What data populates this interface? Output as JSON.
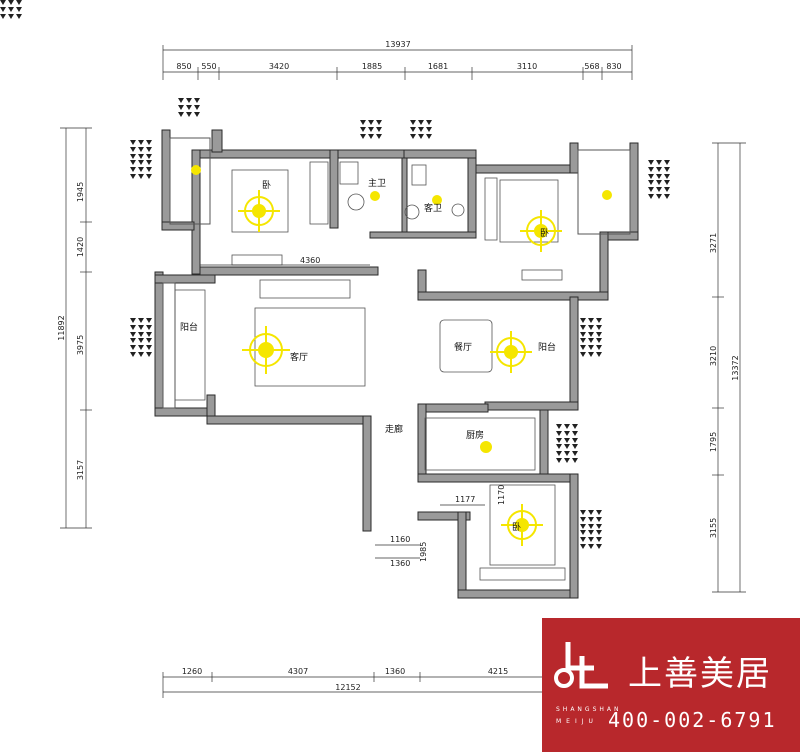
{
  "dimensions": {
    "top_total": "13937",
    "top_segments": [
      "850",
      "550",
      "3420",
      "1885",
      "1681",
      "3110",
      "568",
      "830"
    ],
    "left_total": "11892",
    "left_segments": [
      "1945",
      "1420",
      "3975",
      "3157"
    ],
    "right_total": "13372",
    "right_segments": [
      "3271",
      "3210",
      "1795",
      "3155"
    ],
    "bottom_total": "12152",
    "bottom_segments": [
      "1260",
      "4307",
      "1360",
      "4215"
    ],
    "inner": [
      "4360",
      "1177",
      "1170",
      "1160",
      "1360",
      "1985"
    ]
  },
  "rooms": {
    "master_bath": "主卫",
    "guest_bath": "客卫",
    "master_bedroom": "卧",
    "second_bedroom": "卧",
    "living_room": "客厅",
    "dining_room": "餐厅",
    "kitchen": "厨房",
    "corridor": "走廊",
    "balcony_left": "阳台",
    "balcony_right": "阳台",
    "bedroom_small": "卧"
  },
  "brand": {
    "name": "上善美居",
    "pinyin_top": "SHANGSHAN",
    "pinyin_bottom": "MEIJU",
    "phone": "400-002-6791",
    "color": "#b8282c"
  },
  "colors": {
    "wall": "#9a9a9a",
    "light_marker": "#f5e600"
  }
}
